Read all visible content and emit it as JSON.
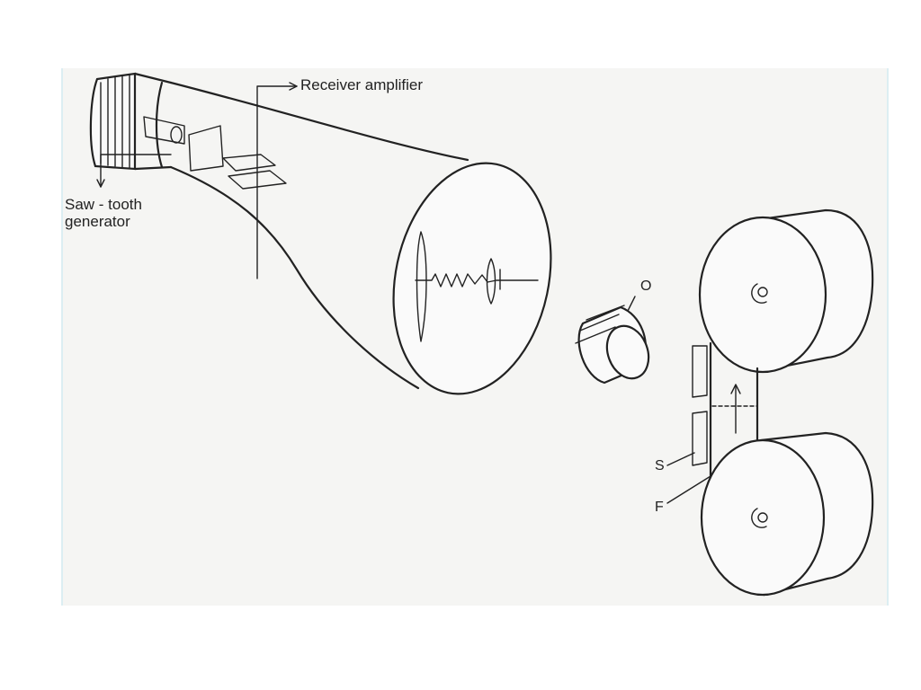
{
  "labels": {
    "receiver_amplifier": "Receiver amplifier",
    "saw_tooth": "Saw - tooth",
    "generator": "generator",
    "o": "O",
    "s": "S",
    "f": "F"
  },
  "colors": {
    "ink": "#222222",
    "paper": "#f5f5f3",
    "frame_edge": "#dceef2"
  }
}
